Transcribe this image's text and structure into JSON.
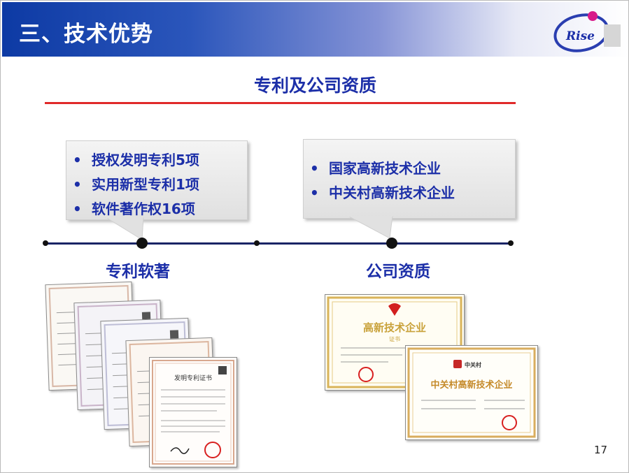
{
  "header": {
    "title": "三、技术优势"
  },
  "logo": {
    "text": "Rise"
  },
  "subtitle": "专利及公司资质",
  "callouts": {
    "left": {
      "items": [
        "授权发明专利5项",
        "实用新型专利1项",
        "软件著作权16项"
      ]
    },
    "right": {
      "items": [
        "国家高新技术企业",
        "中关村高新技术企业"
      ]
    }
  },
  "bullet_symbol": "•",
  "sections": {
    "left_label": "专利软著",
    "right_label": "公司资质"
  },
  "certificates": {
    "patent_title": "发明专利证书",
    "high_tech_title": "高新技术企业",
    "high_tech_sub": "证书",
    "zgc_brand": "中关村",
    "zgc_title": "中关村高新技术企业"
  },
  "colors": {
    "accent_blue": "#1c2fa8",
    "header_blue": "#0d3aa4",
    "rule_red": "#e02a2a",
    "timeline": "#1a2465"
  },
  "page_number": "17"
}
